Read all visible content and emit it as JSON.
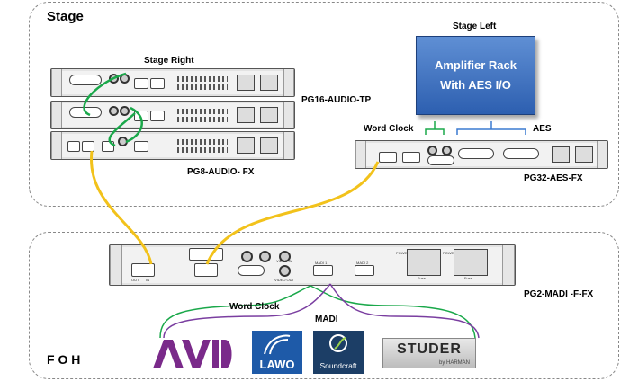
{
  "zones": {
    "stage": {
      "title": "Stage"
    },
    "foh": {
      "title": "F O H"
    }
  },
  "labels": {
    "stage_right": "Stage Right",
    "stage_left": "Stage Left",
    "amp_line1": "Amplifier Rack",
    "amp_line2": "With AES I/O",
    "pg16": "PG16-AUDIO-TP",
    "pg8": "PG8-AUDIO- FX",
    "word_clock_top": "Word Clock",
    "aes": "AES",
    "pg32": "PG32-AES-FX",
    "pg2": "PG2-MADI -F-FX",
    "word_clock_bottom": "Word Clock",
    "madi": "MADI"
  },
  "panel_text": {
    "video_in": "VIDEO IN",
    "video_out": "VIDEO OUT",
    "madi1": "MADI 1",
    "madi2": "MADI 2",
    "fuse": "Fuse",
    "power1": "POWER 1",
    "power2": "POWER 2",
    "out": "OUT",
    "in": "IN"
  },
  "logos": {
    "avid": "AVID",
    "lawo": "LAWO",
    "soundcraft": "Soundcraft",
    "studer": "STUDER",
    "studer_sub": "by HARMAN"
  },
  "colors": {
    "zone_border": "#888888",
    "yellow_cable": "#f2c21b",
    "green_link": "#1aa84a",
    "madi_bracket": "#7a3ea0",
    "aes_bracket": "#3a7ad0",
    "amp_blue": "#3a6fc0",
    "avid_purple": "#7a2a8a",
    "lawo_blue": "#1e5aa8",
    "soundcraft_navy": "#1c3e66"
  }
}
